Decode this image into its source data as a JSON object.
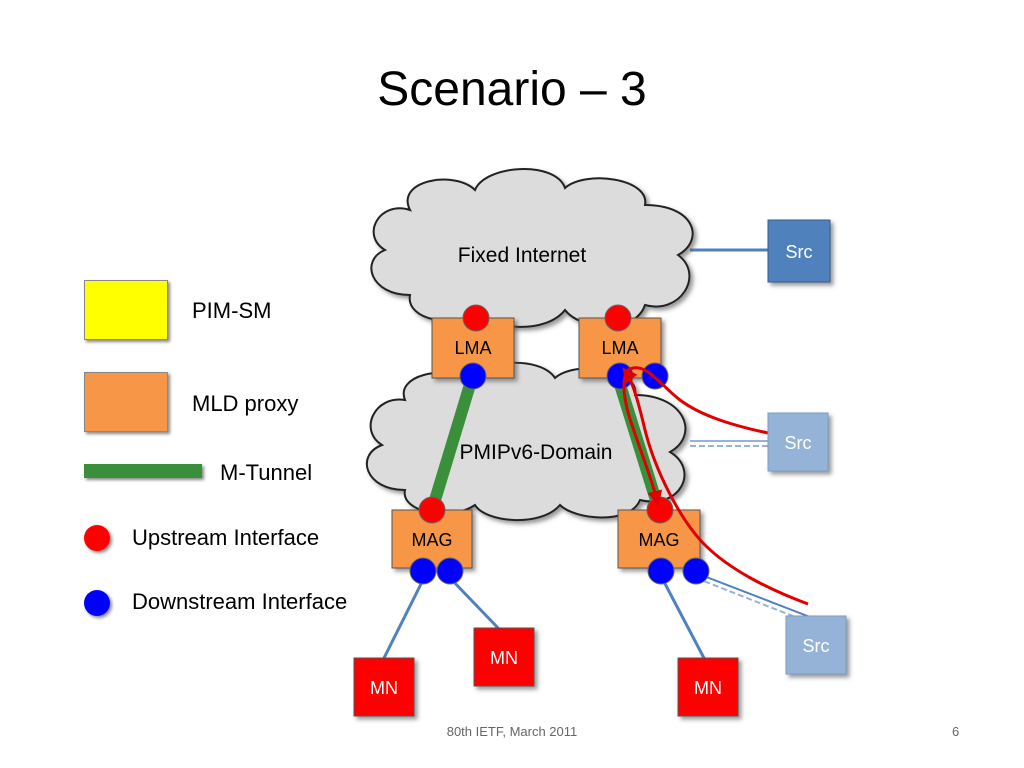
{
  "title": "Scenario – 3",
  "legend": [
    {
      "label": "PIM-SM",
      "color": "#ffff00",
      "kind": "box"
    },
    {
      "label": "MLD proxy",
      "color": "#f79646",
      "kind": "box"
    },
    {
      "label": "M-Tunnel",
      "color": "#3a8f3a",
      "kind": "bar"
    },
    {
      "label": "Upstream Interface",
      "color": "#ff0000",
      "kind": "dot"
    },
    {
      "label": "Downstream Interface",
      "color": "#0000ff",
      "kind": "dot"
    }
  ],
  "diagram": {
    "cloud_top": "Fixed Internet",
    "cloud_bottom": "PMIPv6-Domain",
    "lma_left": "LMA",
    "lma_right": "LMA",
    "mag_left": "MAG",
    "mag_right": "MAG",
    "mn_1": "MN",
    "mn_2": "MN",
    "mn_3": "MN",
    "src_1": "Src",
    "src_2": "Src",
    "src_3": "Src"
  },
  "footer": {
    "center": "80th IETF, March 2011",
    "page": "6"
  },
  "colors": {
    "lma_mag": "#f79646",
    "mn": "#ff0000",
    "src_solid": "#4f81bd",
    "src_light": "#95b3d7",
    "cloud": "#dcdcdc",
    "tunnel": "#3a8f3a",
    "path": "#e00000"
  }
}
